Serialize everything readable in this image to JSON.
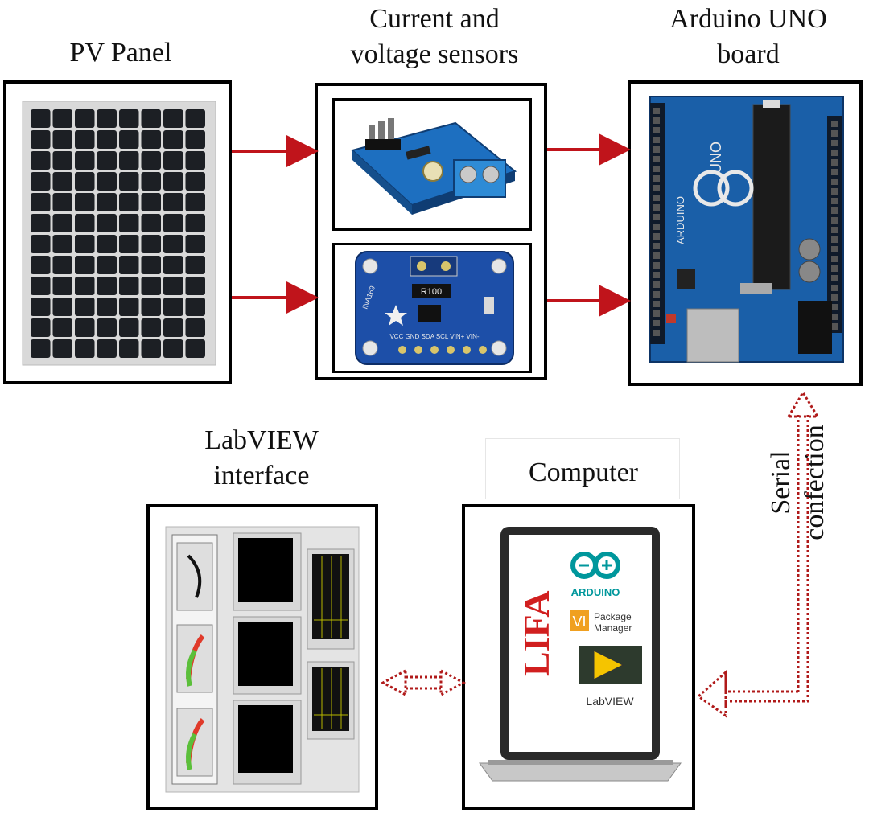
{
  "labels": {
    "pv_panel": "PV Panel",
    "sensors_line1": "Current and",
    "sensors_line2": "voltage sensors",
    "arduino_line1": "Arduino UNO",
    "arduino_line2": "board",
    "labview_line1": "LabVIEW",
    "labview_line2": "interface",
    "computer": "Computer",
    "serial_line1": "Serial",
    "serial_line2": "confection"
  },
  "laptop_logos": {
    "lifa": "LIFA",
    "arduino": "ARDUINO",
    "vi_badge": "VI",
    "package_line1": "Package",
    "package_line2": "Manager",
    "labview": "LabVIEW"
  },
  "sensor_chip": {
    "resistor": "R100",
    "pins": "VCC  GND  SDA  SCL  VIN+  VIN-",
    "board_name": "INA169"
  },
  "arduino_board": {
    "logo_text": "UNO",
    "brand": "ARDUINO"
  },
  "colors": {
    "solid_arrow": "#c0141b",
    "dotted_arrow": "#b01a1a",
    "arduino_blue": "#1a5fa8",
    "sensor_blue": "#1d6fc0",
    "pv_cell": "#1c1f24"
  }
}
